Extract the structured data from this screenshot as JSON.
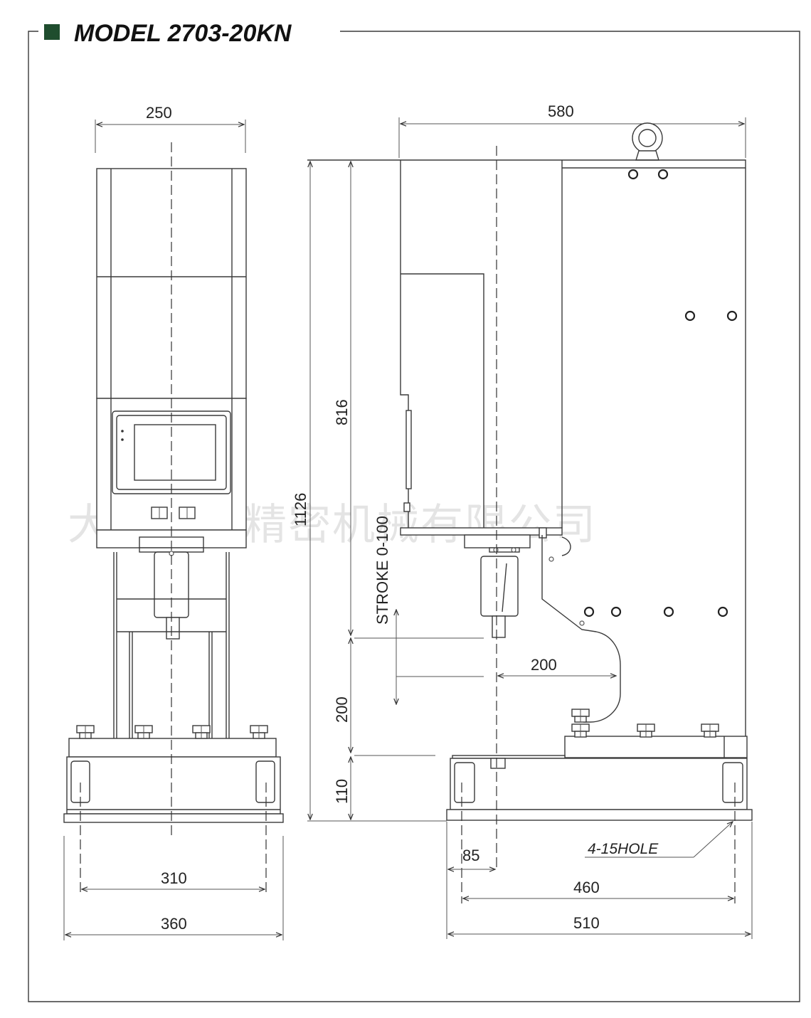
{
  "title": "MODEL 2703-20KN",
  "watermark": "大连信宇精密机械有限公司",
  "front_view": {
    "width_label": "250",
    "base_hole_spacing_label": "310",
    "base_width_label": "360"
  },
  "side_view": {
    "depth_label": "580",
    "total_height_label": "1126",
    "upper_height_label": "816",
    "stroke_label": "STROKE 0-100",
    "throat_height_label": "200",
    "throat_depth_label": "200",
    "base_height_label": "110",
    "front_offset_label": "85",
    "base_hole_spacing_label": "460",
    "base_depth_label": "510",
    "hole_note": "4-15HOLE"
  },
  "colors": {
    "accent_square": "#1f4d2e",
    "line": "#3a3a3a"
  }
}
